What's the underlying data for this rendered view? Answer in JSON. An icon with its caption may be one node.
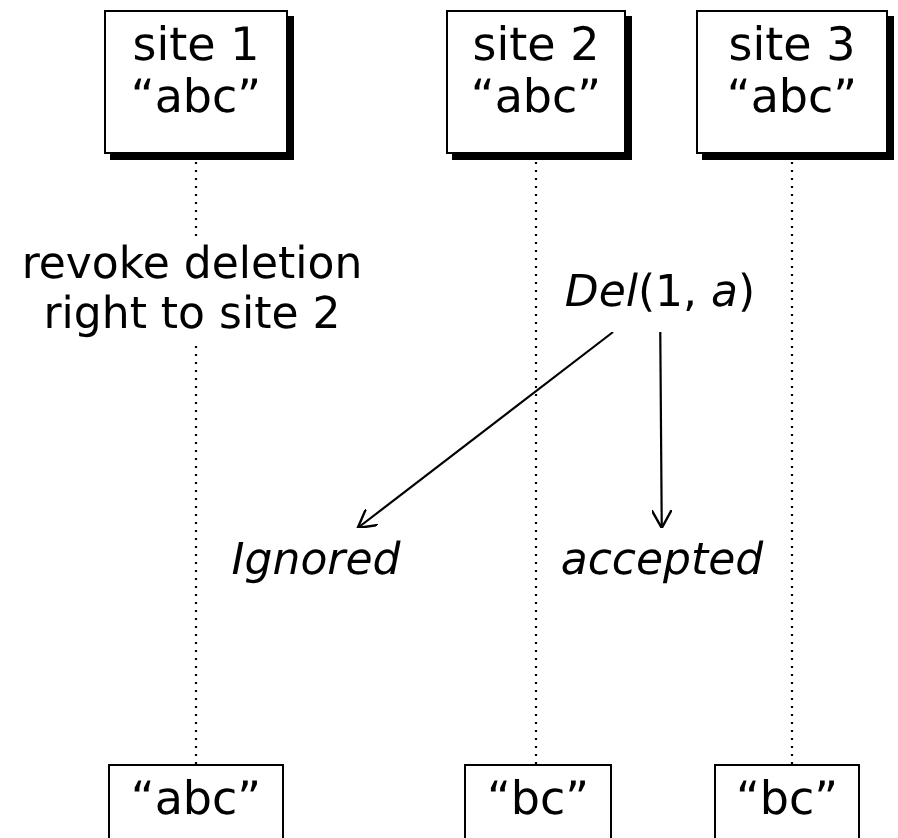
{
  "diagram": {
    "nodes": [
      {
        "text": [
          "site 1",
          "“abc”"
        ]
      },
      {
        "text": [
          "site 2",
          "“abc”"
        ]
      },
      {
        "text": [
          "site 3",
          "“abc”"
        ]
      },
      {
        "text": [
          "*Del*(1, *a*)"
        ]
      },
      {
        "text": [
          "Ignored"
        ]
      },
      {
        "text": [
          "accepted"
        ]
      },
      {
        "text": [
          "“abc”"
        ]
      },
      {
        "text": [
          "“bc”"
        ]
      },
      {
        "text": [
          "“bc”"
        ]
      }
    ],
    "edges": [
      {
        "from": 0,
        "to": 6,
        "arrow": "none",
        "style": "dashed"
      },
      {
        "from": 1,
        "to": 7,
        "arrow": "none",
        "style": "dashed"
      },
      {
        "from": 2,
        "to": 8,
        "arrow": "none",
        "style": "dashed"
      },
      {
        "from": 3,
        "to": 4,
        "arrow": "to"
      },
      {
        "from": 3,
        "to": 5,
        "arrow": "to"
      }
    ],
    "labels": [
      "revoke deletion right to site 2"
    ]
  }
}
